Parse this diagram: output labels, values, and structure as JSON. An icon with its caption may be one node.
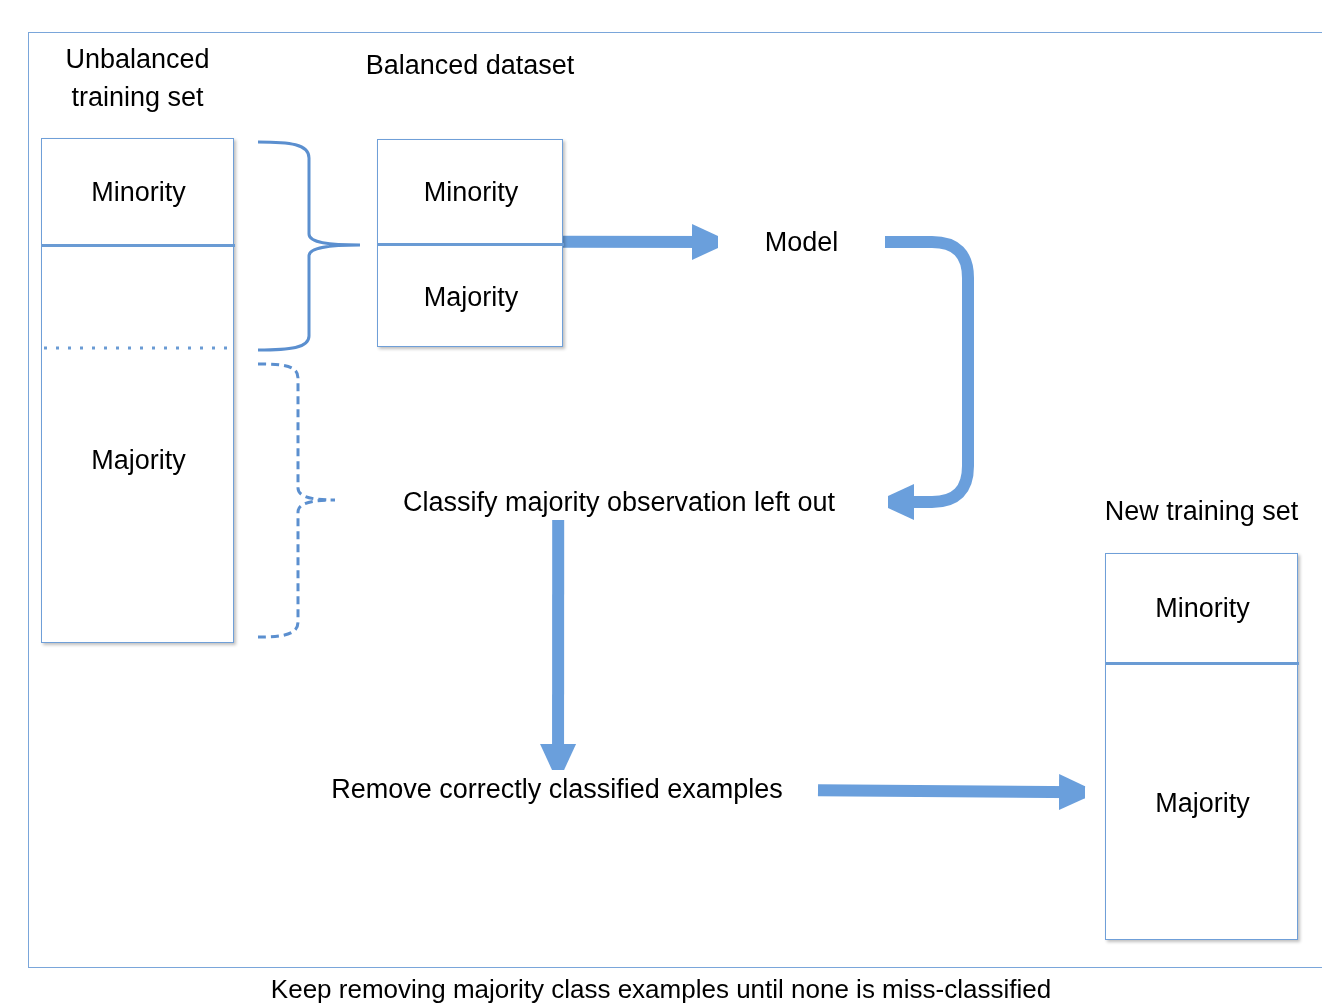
{
  "diagram": {
    "caption": "Keep removing majority class examples until none is miss-classified",
    "nodes": [
      {
        "text": [
          "Unbalanced training set"
        ]
      },
      {
        "text": [
          "Minority"
        ],
        "in": 0
      },
      {
        "text": [
          "Majority"
        ],
        "in": 0
      },
      {
        "text": [
          "Balanced dataset"
        ]
      },
      {
        "text": [
          "Minority"
        ],
        "in": 3
      },
      {
        "text": [
          "Majority"
        ],
        "in": 3
      },
      {
        "text": [
          "Model"
        ]
      },
      {
        "text": [
          "Classify majority observation left out"
        ]
      },
      {
        "text": [
          "Remove correctly classified examples"
        ]
      },
      {
        "text": [
          "New training set"
        ]
      },
      {
        "text": [
          "Minority"
        ],
        "in": 9
      },
      {
        "text": [
          "Majority"
        ],
        "in": 9
      }
    ],
    "edges": [
      {
        "from": 3,
        "to": 6,
        "arrow": "to"
      },
      {
        "from": 6,
        "to": 7,
        "arrow": "to"
      },
      {
        "from": 7,
        "to": 8,
        "arrow": "to"
      },
      {
        "from": 8,
        "to": 9,
        "arrow": "to"
      }
    ]
  }
}
